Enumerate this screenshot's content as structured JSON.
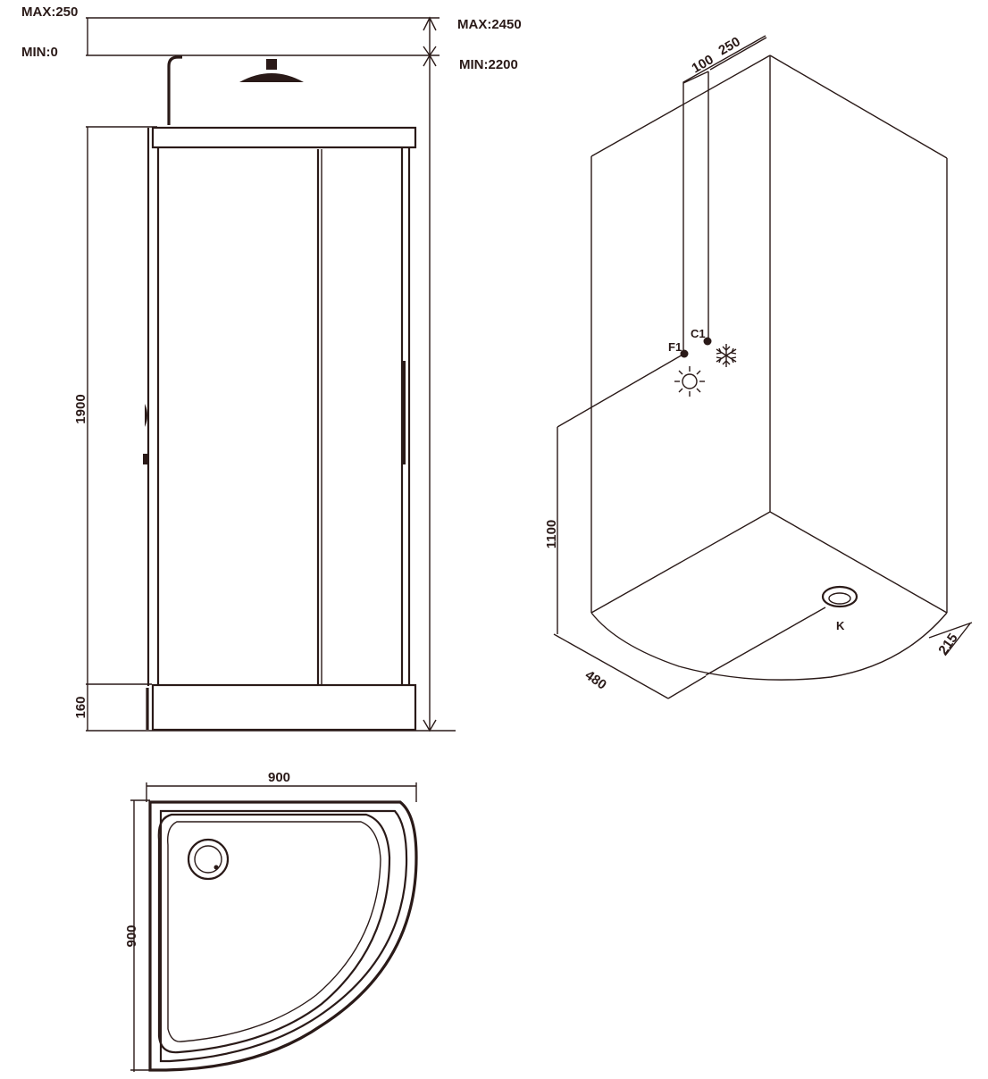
{
  "labels": {
    "max_height_offset": "MAX:250",
    "min_height_offset": "MIN:0",
    "max_total_height": "MAX:2450",
    "min_total_height": "MIN:2200",
    "cabin_height": "1900",
    "tray_height": "160",
    "pipe_offset_a": "100",
    "pipe_offset_b": "250",
    "hot_inlet": "F1",
    "cold_inlet": "C1",
    "inlet_height": "1100",
    "drain_label": "K",
    "drain_offset_side": "480",
    "drain_offset_front": "215",
    "plan_width": "900",
    "plan_depth": "900"
  },
  "icons": {
    "hot": "sun-icon",
    "cold": "snowflake-icon"
  },
  "colors": {
    "line": "#2a1a18",
    "background": "#ffffff"
  }
}
